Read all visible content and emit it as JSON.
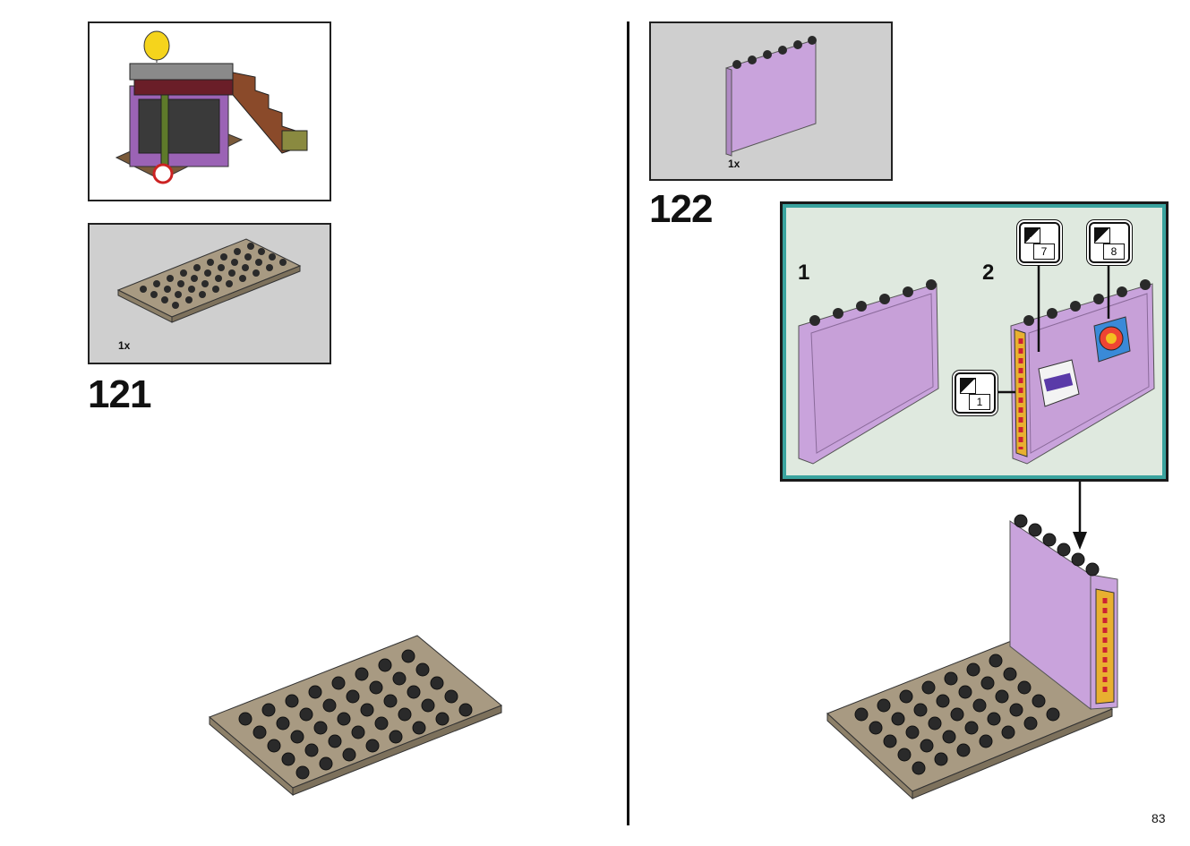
{
  "left_page": {
    "step": "121",
    "parts_qty": "1x"
  },
  "right_page": {
    "parts_qty": "1x",
    "step": "122",
    "substeps": [
      "1",
      "2"
    ],
    "stickers": [
      {
        "number": "7"
      },
      {
        "number": "8"
      },
      {
        "number": "1"
      }
    ]
  },
  "page_number": "83",
  "colors": {
    "plate": "#a89a82",
    "panel_lavender": "#c9a3dc",
    "substep_bg": "#dfe9df",
    "substep_border": "#3aa39e",
    "parts_bg": "#cfcfcf"
  }
}
